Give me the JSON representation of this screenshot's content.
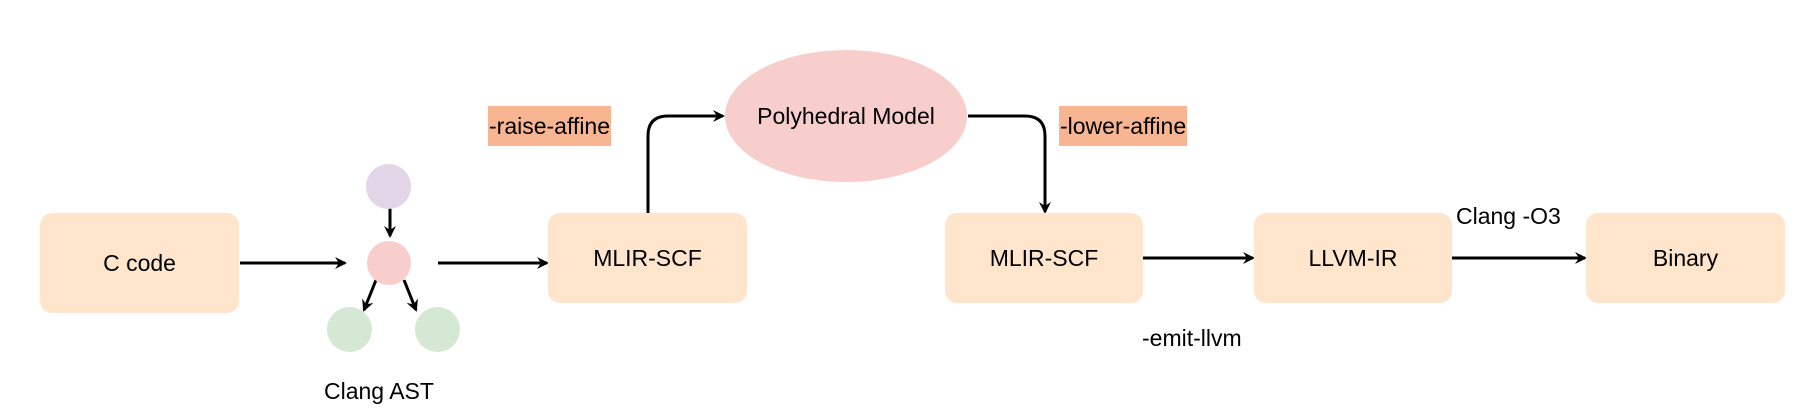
{
  "nodes": {
    "c_code": "C code",
    "mlir_scf_1": "MLIR-SCF",
    "polyhedral": "Polyhedral Model",
    "mlir_scf_2": "MLIR-SCF",
    "llvm_ir": "LLVM-IR",
    "binary": "Binary"
  },
  "ast": {
    "label": "Clang AST",
    "colors": {
      "root": "#e1d5e7",
      "middle": "#f8cecc",
      "leaf": "#d5e8d4"
    }
  },
  "edge_labels": {
    "raise": "-raise-affine",
    "lower": "-lower-affine",
    "emit": "-emit-llvm",
    "clang": "Clang -O3"
  },
  "colors": {
    "box_fill": "#ffe5cc",
    "ellipse_fill": "#f8cecc",
    "pass_tag_fill": "#f7b591",
    "edge": "#000000"
  }
}
